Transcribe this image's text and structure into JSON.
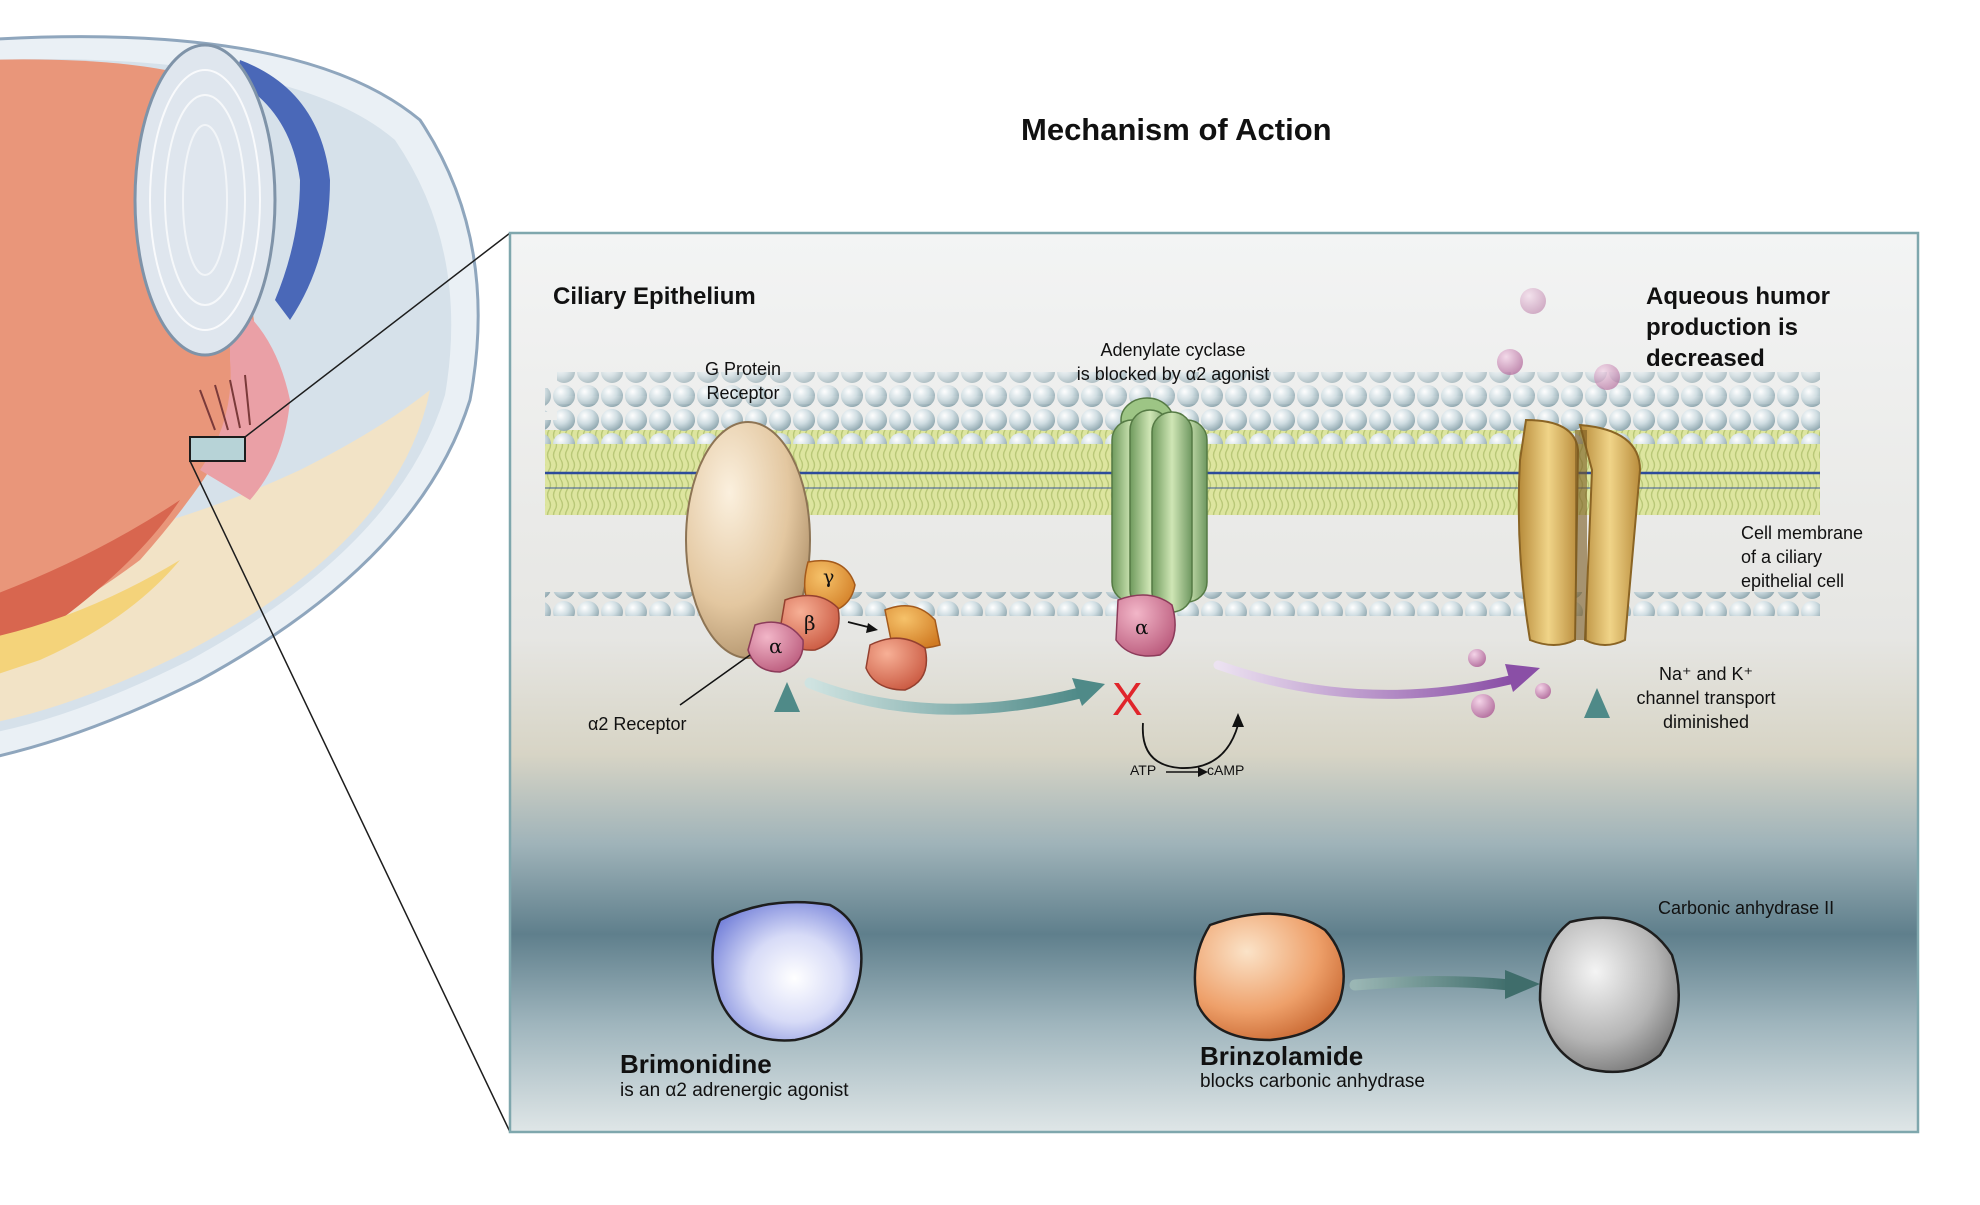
{
  "title": "Mechanism of Action",
  "panel": {
    "heading": "Ciliary Epithelium",
    "labels": {
      "g_protein_receptor": [
        "G Protein",
        "Receptor"
      ],
      "adenylate_cyclase": [
        "Adenylate cyclase",
        "is blocked by α2 agonist"
      ],
      "aqueous": [
        "Aqueous humor",
        "production is",
        "decreased"
      ],
      "cell_membrane": [
        "Cell membrane",
        "of a ciliary",
        "epithelial cell"
      ],
      "alpha2_receptor": "α2 Receptor",
      "channel": [
        "Na⁺ and K⁺",
        "channel transport",
        "diminished"
      ],
      "carbonic_anhydrase": "Carbonic anhydrase II",
      "atp": "ATP",
      "camp": "cAMP",
      "block_mark": "X"
    },
    "subunits": {
      "alpha": "α",
      "beta": "β",
      "gamma": "γ"
    },
    "drugs": {
      "brimonidine": {
        "name": "Brimonidine",
        "desc": "is an α2 adrenergic agonist"
      },
      "brinzolamide": {
        "name": "Brinzolamide",
        "desc": "blocks carbonic anhydrase"
      }
    }
  },
  "colors": {
    "panel_border": "#7fa7ad",
    "arrow_teal": "#5f9a98",
    "arrow_purple": "#8e5aa8",
    "block_red": "#e0252b",
    "brimonidine": "#7b86df",
    "brinzolamide": "#e08a45",
    "carbonic_anhydrase": "#9a9a9a"
  }
}
